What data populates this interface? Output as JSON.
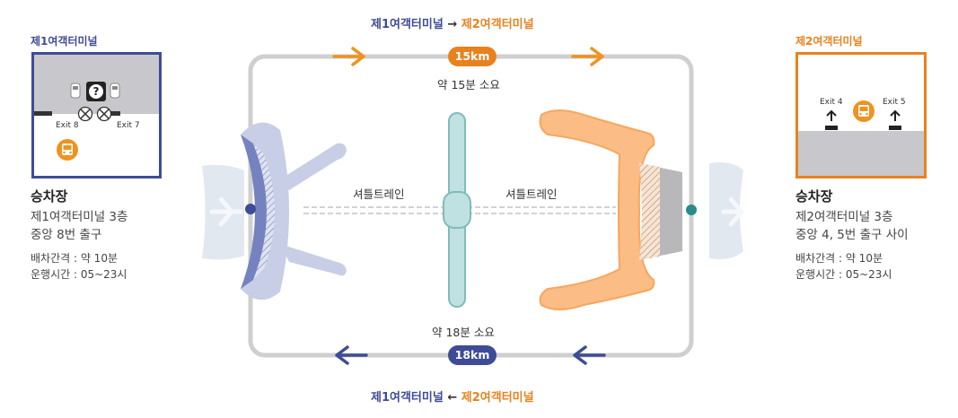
{
  "route_top": {
    "from": "제1여객터미널",
    "arrow": "→",
    "to": "제2여객터미널",
    "distance": "15km",
    "duration": "약 15분 소요"
  },
  "route_bottom": {
    "from": "제1여객터미널",
    "arrow": "←",
    "to": "제2여객터미널",
    "distance": "18km",
    "duration": "약 18분 소요"
  },
  "shuttle_train": {
    "left_label": "셔틀트레인",
    "right_label": "셔틀트레인"
  },
  "terminal1": {
    "label": "제1여객터미널",
    "exits": [
      "Exit 8",
      "Exit 7"
    ],
    "info_title": "승차장",
    "info_lines": [
      "제1여객터미널 3층",
      "중앙 8번 출구"
    ],
    "interval": "배차간격 : 약 10분",
    "hours": "운행시간 : 05~23시"
  },
  "terminal2": {
    "label": "제2여객터미널",
    "exits": [
      "Exit 4",
      "Exit 5"
    ],
    "info_title": "승차장",
    "info_lines": [
      "제2여객터미널 3층",
      "중앙 4, 5번 출구 사이"
    ],
    "interval": "배차간격 : 약 10분",
    "hours": "운행시간 : 05~23시"
  },
  "colors": {
    "t1_blue": "#3e4c96",
    "t2_orange": "#e8821e",
    "route_gray": "#c9c9c9",
    "t2_building": "#fbbd85",
    "t1_building": "#c8cfe6",
    "train": "#bfe0e0"
  },
  "icons": [
    "bus-icon",
    "help-icon",
    "car-icon",
    "no-entry-icon",
    "up-arrow-icon",
    "airplane-icon"
  ]
}
